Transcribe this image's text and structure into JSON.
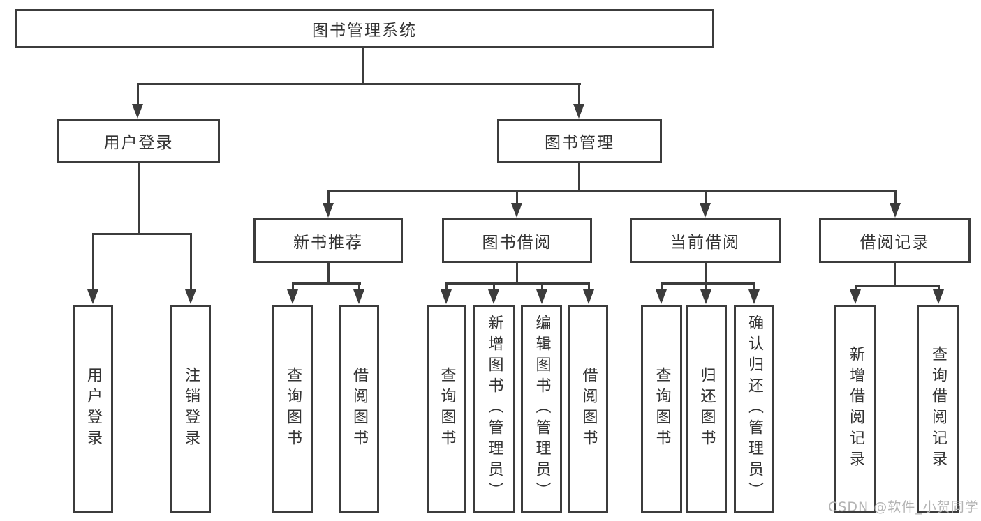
{
  "diagram_title": "图书管理系统",
  "nodes": {
    "root": "图书管理系统",
    "user_login": "用户登录",
    "book_mgmt": "图书管理",
    "new_book_rec": "新书推荐",
    "book_borrow": "图书借阅",
    "current_borrow": "当前借阅",
    "borrow_records": "借阅记录",
    "user_login_leaf": "用户登录",
    "logout_leaf": "注销登录",
    "query_books_a": "查询图书",
    "borrow_books_a": "借阅图书",
    "query_books_b": "查询图书",
    "add_book_admin": "新增图书（管理员）",
    "edit_book_admin": "编辑图书（管理员）",
    "borrow_books_b": "借阅图书",
    "query_books_c": "查询图书",
    "return_books": "归还图书",
    "confirm_return_admin": "确认归还（管理员）",
    "add_borrow_record": "新增借阅记录",
    "query_borrow_record": "查询借阅记录"
  },
  "edges": {
    "root": [
      "user_login",
      "book_mgmt"
    ],
    "user_login": [
      "user_login_leaf",
      "logout_leaf"
    ],
    "book_mgmt": [
      "new_book_rec",
      "book_borrow",
      "current_borrow",
      "borrow_records"
    ],
    "new_book_rec": [
      "query_books_a",
      "borrow_books_a"
    ],
    "book_borrow": [
      "query_books_b",
      "add_book_admin",
      "edit_book_admin",
      "borrow_books_b"
    ],
    "current_borrow": [
      "query_books_c",
      "return_books",
      "confirm_return_admin"
    ],
    "borrow_records": [
      "add_borrow_record",
      "query_borrow_record"
    ]
  },
  "watermark": "CSDN @软件_小贺同学",
  "colors": {
    "line": "#3c3c3c",
    "text": "#333333",
    "background": "#ffffff",
    "watermark": "#b3b3b3"
  }
}
